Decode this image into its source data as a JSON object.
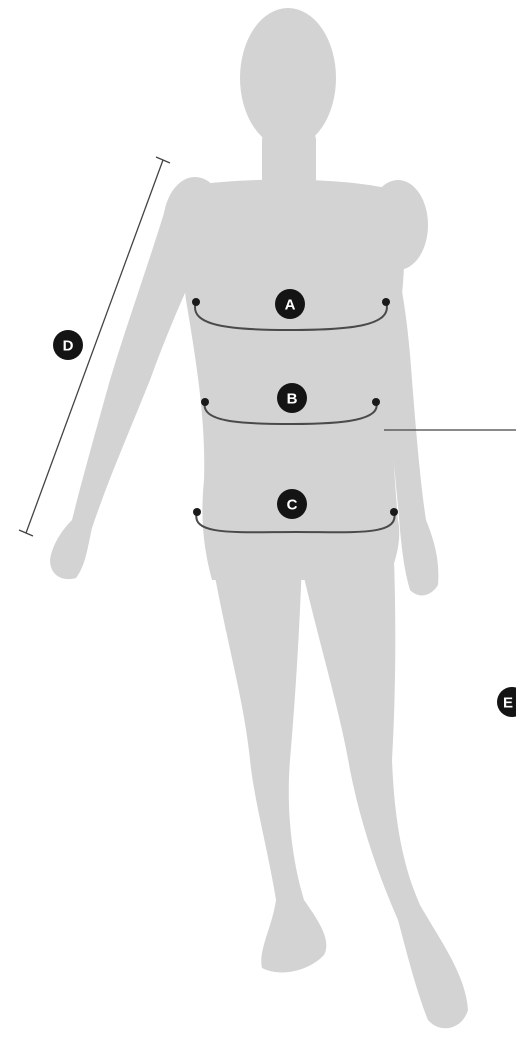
{
  "colors": {
    "silhouette": "#d3d3d3",
    "marker": "#141414",
    "marker_text": "#ffffff",
    "measure_line": "#4a4a4a"
  },
  "markers": {
    "a": "A",
    "b": "B",
    "c": "C",
    "d": "D",
    "e": "E"
  }
}
